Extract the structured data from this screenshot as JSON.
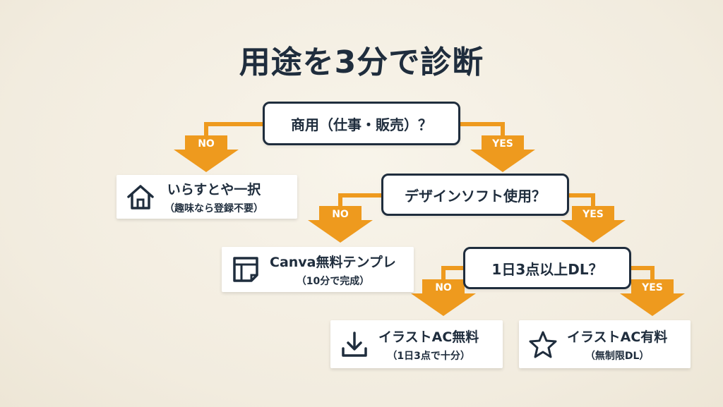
{
  "title": "用途を3分で診断",
  "colors": {
    "arrow": "#ee9a1e",
    "box_border": "#1f2d3d",
    "text": "#1f2d3d",
    "background": "#f4efe2"
  },
  "questions": [
    {
      "label": "商用（仕事・販売）？"
    },
    {
      "label": "デザインソフト使用？"
    },
    {
      "label": "1日3点以上DL？"
    }
  ],
  "branch_labels": {
    "no": "NO",
    "yes": "YES"
  },
  "results": [
    {
      "main": "いらすとや一択",
      "sub": "（趣味なら登録不要）",
      "icon": "house-icon"
    },
    {
      "main": "Canva無料テンプレ",
      "sub": "（10分で完成）",
      "icon": "template-icon"
    },
    {
      "main": "イラストAC無料",
      "sub": "（1日3点で十分）",
      "icon": "download-icon"
    },
    {
      "main": "イラストAC有料",
      "sub": "（無制限DL）",
      "icon": "star-icon"
    }
  ]
}
